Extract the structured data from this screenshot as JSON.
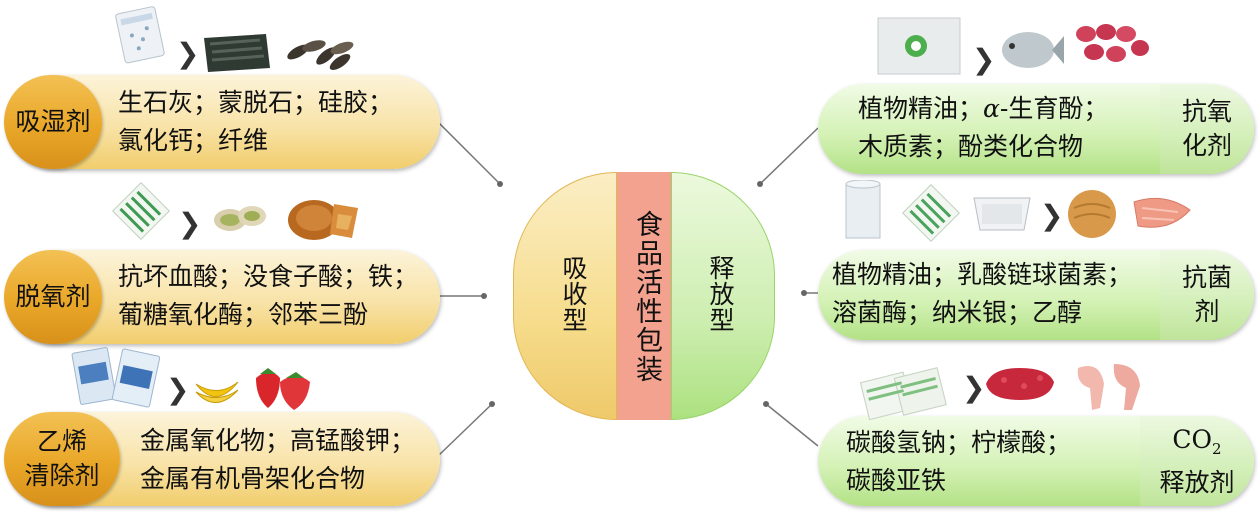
{
  "center": {
    "left_label": "吸收型",
    "middle_label": "食品活性包装",
    "right_label": "释放型"
  },
  "left_panels": [
    {
      "tag": "吸湿剂",
      "lines": [
        "生石灰；蒙脱石；硅胶；",
        "氯化钙；纤维"
      ]
    },
    {
      "tag": "脱氧剂",
      "lines": [
        "抗坏血酸；没食子酸；铁；",
        "葡糖氧化酶；邻苯三酚"
      ]
    },
    {
      "tag_lines": [
        "乙烯",
        "清除剂"
      ],
      "lines": [
        "金属氧化物；高锰酸钾；",
        "金属有机骨架化合物"
      ]
    }
  ],
  "right_panels": [
    {
      "tag_lines": [
        "抗氧",
        "化剂"
      ],
      "lines": [
        "植物精油；",
        "-生育酚；",
        "木质素；酚类化合物"
      ],
      "alpha": "α"
    },
    {
      "tag_lines": [
        "抗菌",
        "剂"
      ],
      "lines": [
        "植物精油；乳酸链球菌素；",
        "溶菌酶；纳米银；乙醇"
      ]
    },
    {
      "tag_main": "CO",
      "tag_sub": "2",
      "tag_line2": "释放剂",
      "lines": [
        "碳酸氢钠；柠檬酸；",
        "碳酸亚铁"
      ]
    }
  ],
  "icons": {
    "arrow": "chevron-right-icon",
    "row1_left": [
      "desiccant-packet-icon",
      "seaweed-icon",
      "sunflower-seeds-icon"
    ],
    "row2_left": [
      "oxygen-absorber-packet-icon",
      "pistachio-icon",
      "mooncake-icon"
    ],
    "row3_left": [
      "ethylene-absorber-packet-icon",
      "banana-icon",
      "strawberry-icon"
    ],
    "row1_right": [
      "antioxidant-sachet-icon",
      "fish-icon",
      "peanuts-icon"
    ],
    "row2_right": [
      "film-roll-icon",
      "antimicrobial-pad-icon",
      "food-tray-icon",
      "bread-icon",
      "salmon-icon"
    ],
    "row3_right": [
      "co2-emitter-sachet-icon",
      "minced-meat-icon",
      "chicken-leg-icon"
    ]
  },
  "colors": {
    "absorb_gold": "#e9a728",
    "absorb_light": "#f8e3a8",
    "release_green": "#b3e286",
    "release_light": "#d5f2b7",
    "center_pink": "#f2a28f"
  }
}
